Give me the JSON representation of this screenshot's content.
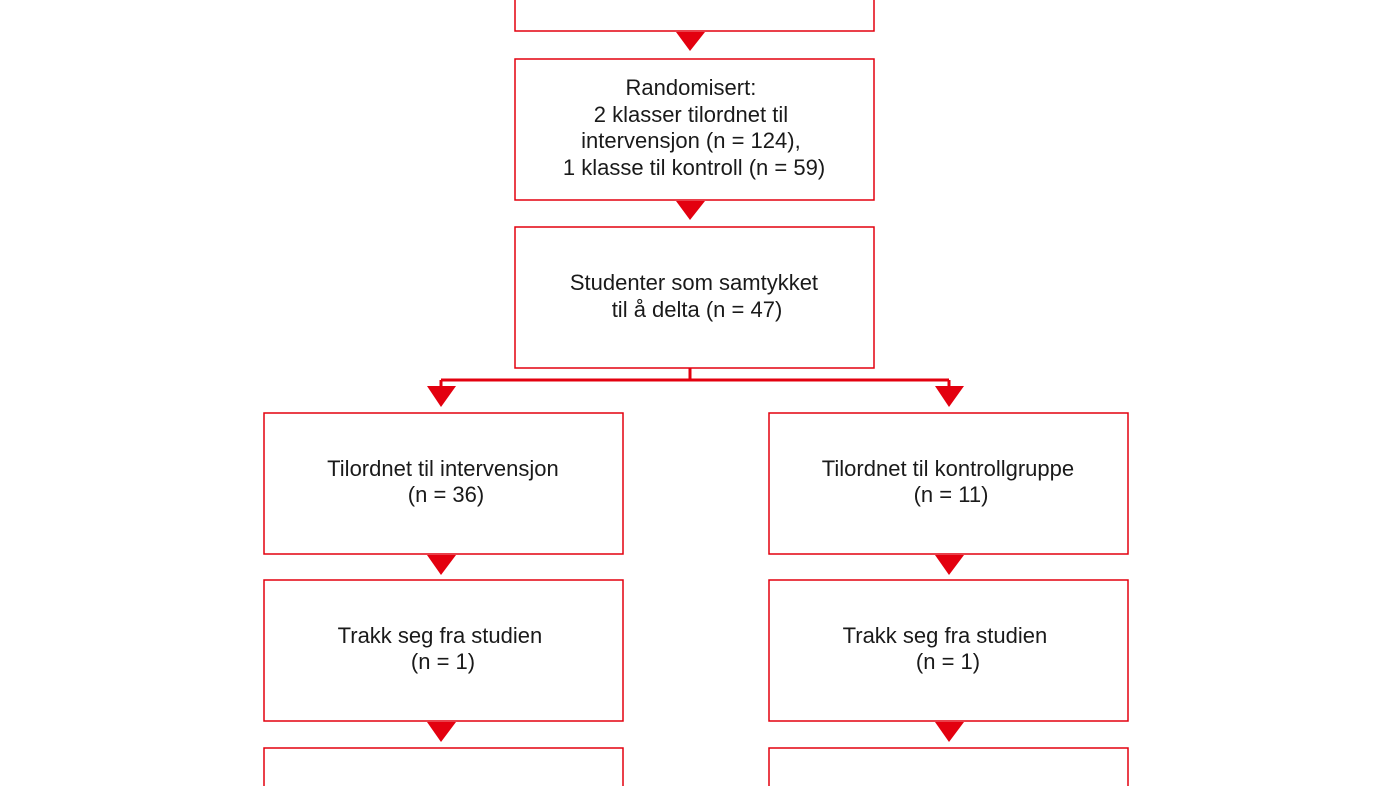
{
  "colors": {
    "accent": "#e3000f",
    "text": "#1a1a1a",
    "background": "#ffffff"
  },
  "nodes": {
    "top_cut": {
      "lines": []
    },
    "randomized": {
      "lines": [
        "Randomisert:",
        "2 klasser tilordnet til",
        "intervensjon (n = 124),",
        "1 klasse til kontroll (n = 59)"
      ]
    },
    "consented": {
      "lines": [
        "Studenter som samtykket",
        "til å delta (n = 47)"
      ]
    },
    "intervention": {
      "lines": [
        "Tilordnet til intervensjon",
        "(n = 36)"
      ]
    },
    "control": {
      "lines": [
        "Tilordnet til kontrollgruppe",
        "(n = 11)"
      ]
    },
    "withdrew_intervention": {
      "lines": [
        "Trakk seg fra studien",
        "(n = 1)"
      ]
    },
    "withdrew_control": {
      "lines": [
        "Trakk seg fra studien",
        "(n = 1)"
      ]
    },
    "bottom_left_cut": {
      "lines": []
    },
    "bottom_right_cut": {
      "lines": []
    }
  }
}
